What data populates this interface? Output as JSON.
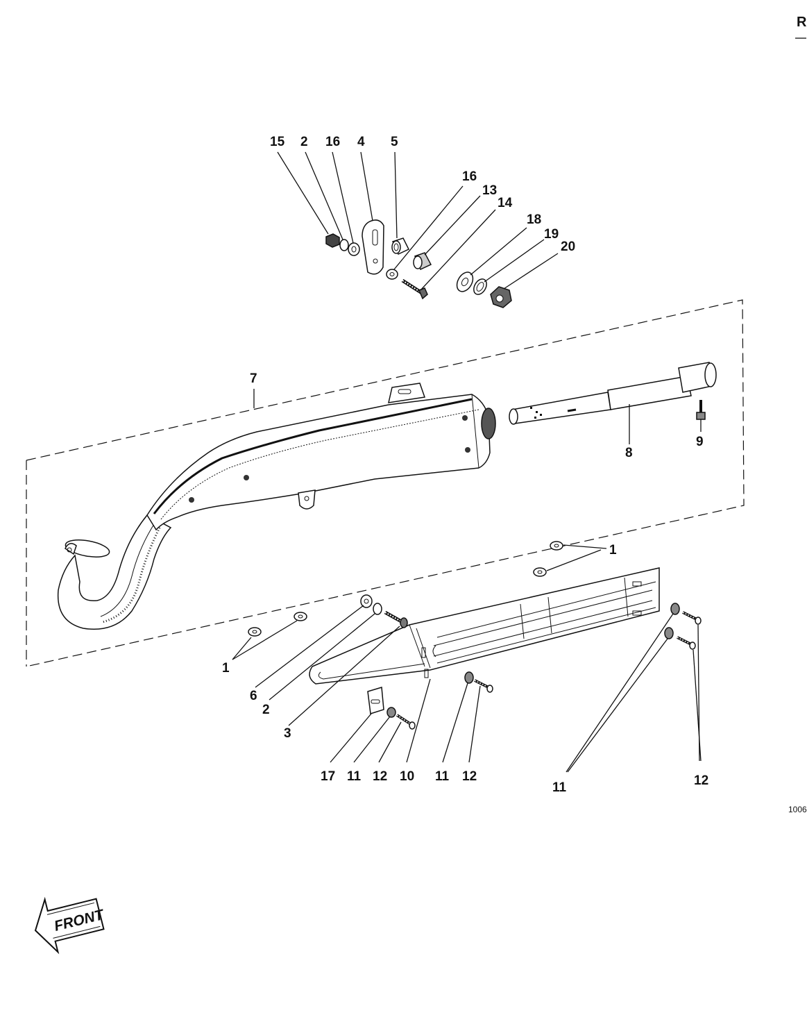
{
  "page": {
    "corner_letter": "R",
    "figure_code": "1006",
    "front_label": "FRONT"
  },
  "callouts": {
    "c15": "15",
    "c2a": "2",
    "c16a": "16",
    "c4": "4",
    "c5": "5",
    "c16b": "16",
    "c13": "13",
    "c14": "14",
    "c18": "18",
    "c19": "19",
    "c20": "20",
    "c7": "7",
    "c8": "8",
    "c9": "9",
    "c1a": "1",
    "c1b": "1",
    "c6": "6",
    "c2b": "2",
    "c3": "3",
    "c17": "17",
    "c11a": "11",
    "c12a": "12",
    "c10": "10",
    "c11b": "11",
    "c12b": "12",
    "c11c": "11",
    "c12c": "12"
  },
  "parts": [
    "muffler-assembly",
    "tail-pipe",
    "heat-guard",
    "bracket",
    "collar",
    "bolt",
    "nut",
    "washer",
    "screw",
    "clamp"
  ]
}
